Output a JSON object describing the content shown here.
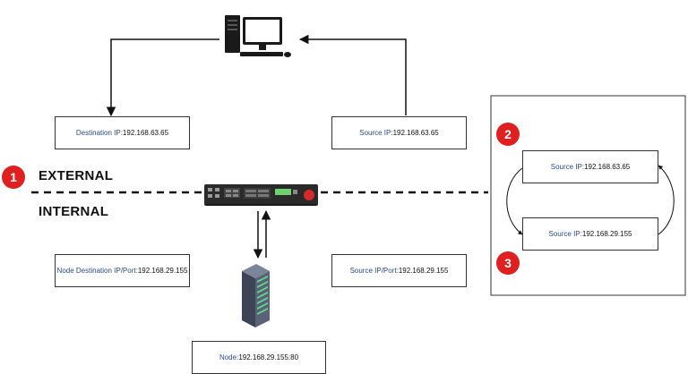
{
  "zones": {
    "external": "EXTERNAL",
    "internal": "INTERNAL"
  },
  "badges": [
    "1",
    "2",
    "3"
  ],
  "boxes": {
    "dest_ip": {
      "label": "Destination IP:",
      "value": "192.168.63.65"
    },
    "src_ip_top": {
      "label": "Source IP:",
      "value": "192.168.63.65"
    },
    "node_dest": {
      "label": "Node Destination IP/Port:",
      "value": "192.168.29.155"
    },
    "src_ip_port": {
      "label": "Source IP/Port:",
      "value": "192.168.29.155"
    },
    "node": {
      "label": "Node:",
      "value": "192.168.29.155:80"
    },
    "panel_src_before": {
      "label": "Source IP:",
      "value": "192.168.63.65"
    },
    "panel_src_after": {
      "label": "Source IP:",
      "value": "192.168.29.155"
    }
  },
  "icons": {
    "client": "desktop-computer-icon",
    "device": "load-balancer-appliance-icon",
    "server": "server-tower-icon"
  },
  "colors": {
    "badge": "#e02020",
    "label_text": "#2b4a8a",
    "lines": "#111111"
  }
}
